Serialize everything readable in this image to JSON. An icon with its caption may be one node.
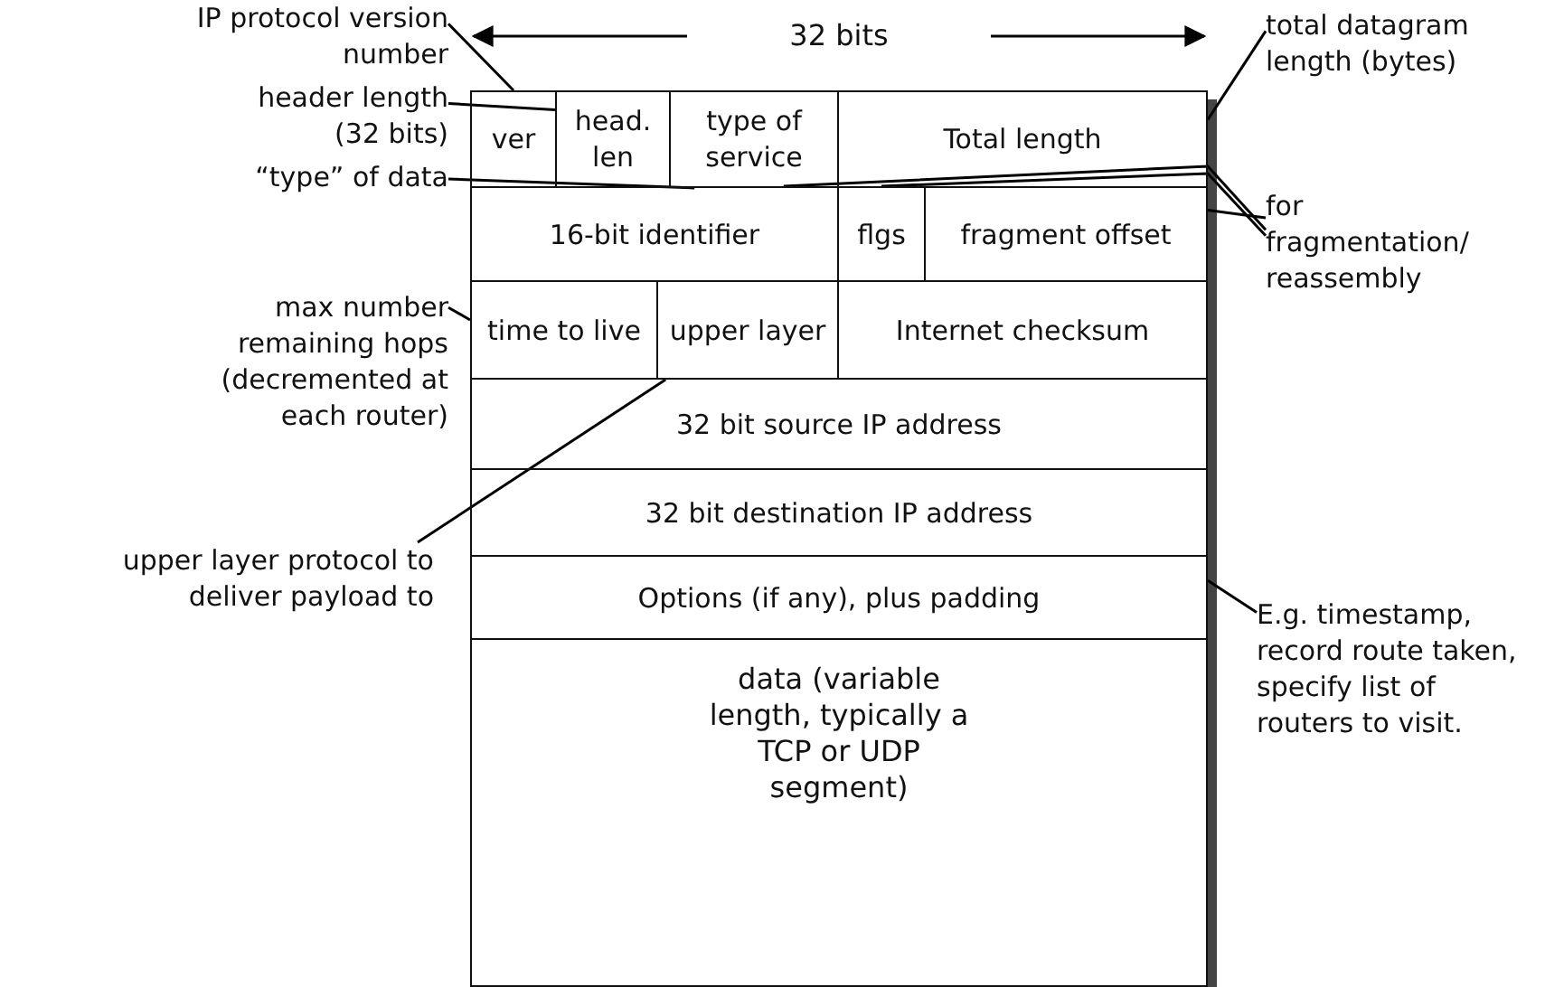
{
  "diagram": {
    "nodes": [
      {
        "text": [
          "ver"
        ]
      },
      {
        "text": [
          "head. len"
        ]
      },
      {
        "text": [
          "type of service"
        ]
      },
      {
        "text": [
          "Total length"
        ]
      },
      {
        "text": [
          "16-bit identifier"
        ]
      },
      {
        "text": [
          "flgs"
        ]
      },
      {
        "text": [
          "fragment offset"
        ]
      },
      {
        "text": [
          "time to live"
        ]
      },
      {
        "text": [
          "upper layer"
        ]
      },
      {
        "text": [
          "Internet checksum"
        ]
      },
      {
        "text": [
          "32 bit source IP address"
        ]
      },
      {
        "text": [
          "32 bit destination IP address"
        ]
      },
      {
        "text": [
          "Options (if any), plus padding"
        ]
      },
      {
        "text": [
          "data (variable length, typically a TCP or UDP segment)"
        ]
      },
      {
        "text": [
          "IP protocol version number"
        ]
      },
      {
        "text": [
          "header length (32 bits)"
        ]
      },
      {
        "text": [
          "“type” of data"
        ]
      },
      {
        "text": [
          "max number remaining hops (decremented at each router)"
        ]
      },
      {
        "text": [
          "upper layer protocol to deliver payload to"
        ]
      },
      {
        "text": [
          "total datagram length (bytes)"
        ]
      },
      {
        "text": [
          "for fragmentation/ reassembly"
        ]
      },
      {
        "text": [
          "E.g. timestamp, record route taken, specify list of routers to visit."
        ]
      }
    ],
    "edges": [
      {
        "from": 14,
        "to": 0,
        "arrow": "none"
      },
      {
        "from": 15,
        "to": 1,
        "arrow": "none"
      },
      {
        "from": 16,
        "to": 2,
        "arrow": "none"
      },
      {
        "from": 17,
        "to": 7,
        "arrow": "none"
      },
      {
        "from": 18,
        "to": 8,
        "arrow": "none"
      },
      {
        "from": 19,
        "to": 3,
        "arrow": "none"
      },
      {
        "from": 20,
        "to": 6,
        "arrow": "none"
      },
      {
        "from": 20,
        "to": 4,
        "arrow": "none"
      },
      {
        "from": 20,
        "to": 5,
        "arrow": "none"
      },
      {
        "from": 21,
        "to": 12,
        "arrow": "none"
      }
    ],
    "labels": [
      "32 bits"
    ]
  }
}
